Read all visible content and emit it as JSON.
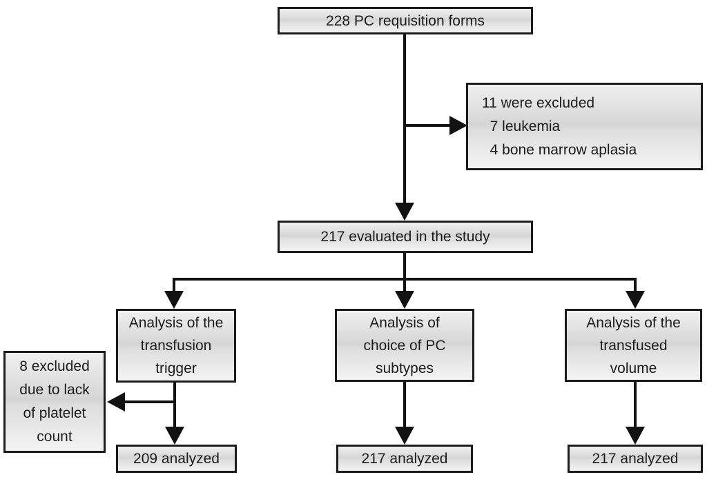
{
  "colors": {
    "background": "#ffffff",
    "box_border": "#1b1b1b",
    "box_fill_light": "#efefef",
    "box_fill_mid": "#d5d5d5",
    "line": "#121212",
    "text": "#1c1c1c"
  },
  "flowchart": {
    "nodes": {
      "requisition": {
        "label": "228 PC requisition forms"
      },
      "excluded": {
        "label": "11 were excluded\n  7 leukemia\n  4 bone marrow aplasia"
      },
      "evaluated": {
        "label": "217 evaluated in the study"
      },
      "trigger": {
        "label": "Analysis of the\ntransfusion\ntrigger"
      },
      "subtypes": {
        "label": "Analysis of\nchoice of PC\nsubtypes"
      },
      "volume": {
        "label": "Analysis of the\ntransfused\nvolume"
      },
      "platelet_excluded": {
        "label": "8 excluded\ndue to lack\nof platelet\ncount"
      },
      "analyzed_trigger": {
        "label": "209 analyzed"
      },
      "analyzed_subtypes": {
        "label": "217 analyzed"
      },
      "analyzed_volume": {
        "label": "217 analyzed"
      }
    }
  }
}
